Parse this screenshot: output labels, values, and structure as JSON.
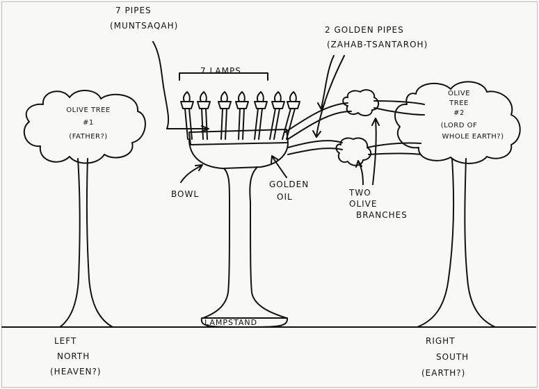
{
  "labels": {
    "pipes7_line1": "7 PIPES",
    "pipes7_line2": "(MUNTSAQAH)",
    "golden_pipes_line1": "2 GOLDEN PIPES",
    "golden_pipes_line2": "(ZAHAB-TSANTAROH)",
    "lamps": "7 LAMPS",
    "tree1_line1": "OLIVE TREE",
    "tree1_line2": "#1",
    "tree1_line3": "(FATHER?)",
    "tree2_line1": "OLIVE",
    "tree2_line2": "TREE",
    "tree2_line3": "#2",
    "tree2_line4": "(LORD OF",
    "tree2_line5": "WHOLE EARTH?)",
    "bowl": "BOWL",
    "golden_oil_line1": "GOLDEN",
    "golden_oil_line2": "OIL",
    "branches_line1": "TWO",
    "branches_line2": "OLIVE",
    "branches_line3": "BRANCHES",
    "lampstand": "LAMPSTAND",
    "left_line1": "LEFT",
    "left_line2": "NORTH",
    "left_line3": "(HEAVEN?)",
    "right_line1": "RIGHT",
    "right_line2": "SOUTH",
    "right_line3": "(EARTH?)"
  }
}
